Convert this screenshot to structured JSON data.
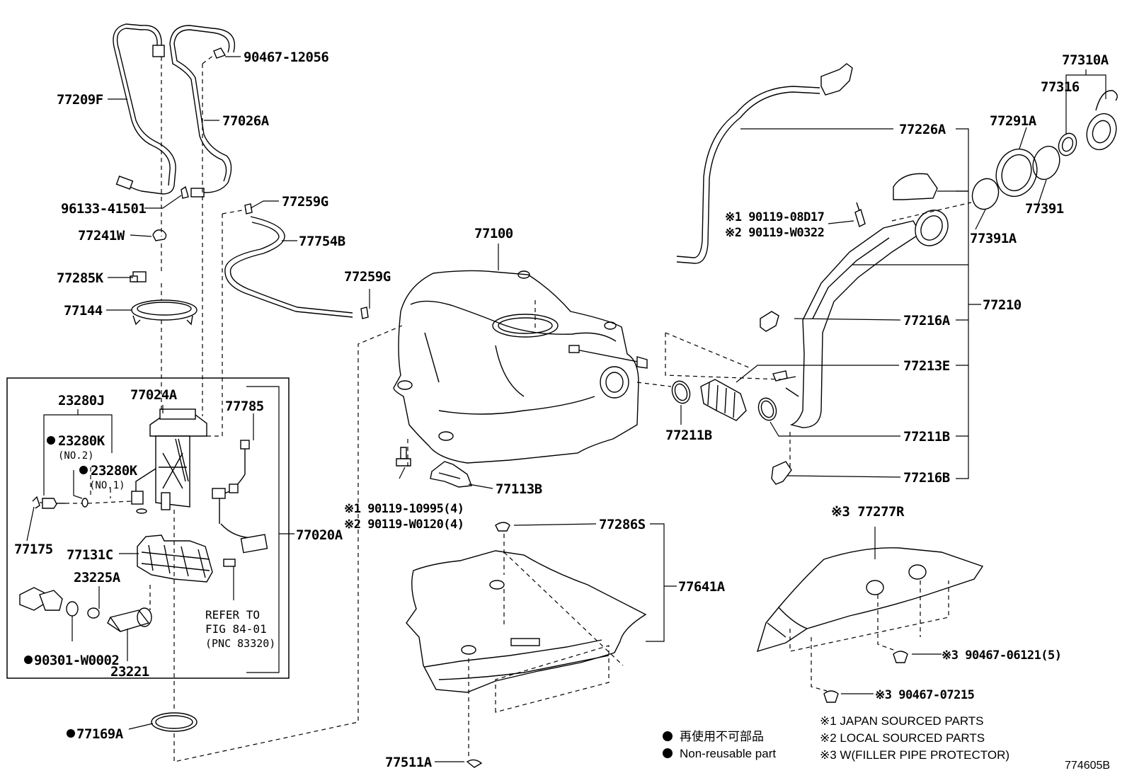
{
  "diagram_id": "774605B",
  "labels": {
    "p77209F": "77209F",
    "p90467_12056": "90467-12056",
    "p77026A": "77026A",
    "p96133_41501": "96133-41501",
    "p77241W": "77241W",
    "p77285K": "77285K",
    "p77144": "77144",
    "p77259G_top": "77259G",
    "p77754B": "77754B",
    "p77259G_mid": "77259G",
    "p77100": "77100",
    "p23280J": "23280J",
    "p77024A": "77024A",
    "p77785": "77785",
    "p23280K_no2": "23280K",
    "no2": "(NO.2)",
    "p23280K_no1": "23280K",
    "no1": "(NO.1)",
    "p77175": "77175",
    "p77131C": "77131C",
    "p77020A": "77020A",
    "p23225A": "23225A",
    "refer1": "REFER TO",
    "refer2": "FIG 84-01",
    "refer3": "(PNC 83320)",
    "p90301_W0002": "90301-W0002",
    "p23221": "23221",
    "p77169A": "77169A",
    "p77511A": "77511A",
    "bolt_tank_1": "※1 90119-10995(4)",
    "bolt_tank_2": "※2 90119-W0120(4)",
    "p77113B": "77113B",
    "p77286S": "77286S",
    "p77641A": "77641A",
    "p77310A": "77310A",
    "p77316": "77316",
    "p77291A": "77291A",
    "p77226A": "77226A",
    "bolt_filler_1": "※1 90119-08D17",
    "bolt_filler_2": "※2 90119-W0322",
    "p77391": "77391",
    "p77391A": "77391A",
    "p77210": "77210",
    "p77216A": "77216A",
    "p77213E": "77213E",
    "p77211B_left": "77211B",
    "p77211B_right": "77211B",
    "p77216B": "77216B",
    "p77277R": "※3 77277R",
    "p90467_06121": "※3 90467-06121(5)",
    "p90467_07215": "※3 90467-07215"
  },
  "legend": {
    "nonreuse_jp": "再使用不可部品",
    "nonreuse_en": "Non-reusable part",
    "note1": "※1 JAPAN SOURCED PARTS",
    "note2": "※2 LOCAL SOURCED PARTS",
    "note3": "※3 W(FILLER PIPE PROTECTOR)"
  }
}
